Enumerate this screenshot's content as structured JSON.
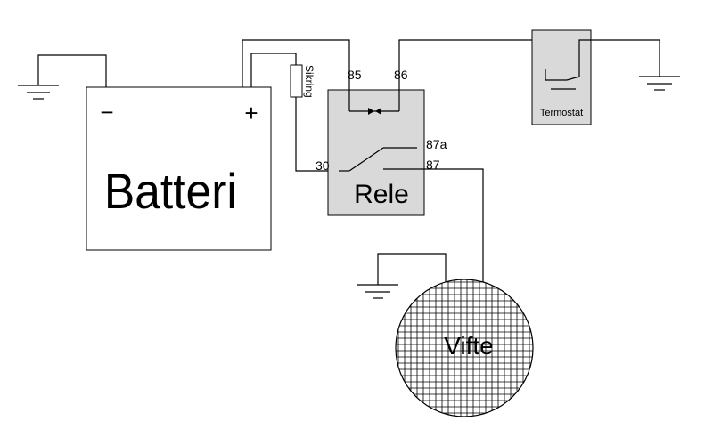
{
  "labels": {
    "battery": "Batteri",
    "battery_minus": "−",
    "battery_plus": "+",
    "fuse": "Sikring",
    "relay": "Rele",
    "pin_85": "85",
    "pin_86": "86",
    "pin_87a": "87a",
    "pin_30": "30",
    "pin_87": "87",
    "thermostat": "Termostat",
    "fan": "Vifte"
  },
  "colors": {
    "line": "#000000",
    "relay_fill": "#d9d9d9",
    "thermostat_fill": "#d9d9d9",
    "fan_fill": "#ffffff",
    "background": "#ffffff"
  }
}
